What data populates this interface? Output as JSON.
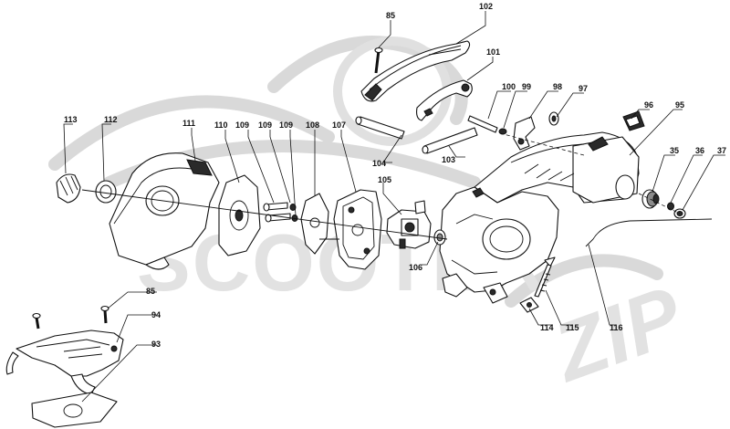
{
  "watermark": {
    "brand": "SCOOTER",
    "tag": "ZIP"
  },
  "callouts": [
    {
      "id": "c85a",
      "label": "85"
    },
    {
      "id": "c102",
      "label": "102"
    },
    {
      "id": "c101",
      "label": "101"
    },
    {
      "id": "c100",
      "label": "100"
    },
    {
      "id": "c99",
      "label": "99"
    },
    {
      "id": "c98",
      "label": "98"
    },
    {
      "id": "c97",
      "label": "97"
    },
    {
      "id": "c96",
      "label": "96"
    },
    {
      "id": "c95",
      "label": "95"
    },
    {
      "id": "c35",
      "label": "35"
    },
    {
      "id": "c36",
      "label": "36"
    },
    {
      "id": "c37",
      "label": "37"
    },
    {
      "id": "c113",
      "label": "113"
    },
    {
      "id": "c112",
      "label": "112"
    },
    {
      "id": "c111",
      "label": "111"
    },
    {
      "id": "c110",
      "label": "110"
    },
    {
      "id": "c109a",
      "label": "109"
    },
    {
      "id": "c109b",
      "label": "109"
    },
    {
      "id": "c109c",
      "label": "109"
    },
    {
      "id": "c108",
      "label": "108"
    },
    {
      "id": "c107",
      "label": "107"
    },
    {
      "id": "c104",
      "label": "104"
    },
    {
      "id": "c103",
      "label": "103"
    },
    {
      "id": "c105",
      "label": "105"
    },
    {
      "id": "c106",
      "label": "106"
    },
    {
      "id": "c85b",
      "label": "85"
    },
    {
      "id": "c94",
      "label": "94"
    },
    {
      "id": "c93",
      "label": "93"
    },
    {
      "id": "c114",
      "label": "114"
    },
    {
      "id": "c115",
      "label": "115"
    },
    {
      "id": "c116",
      "label": "116"
    }
  ]
}
